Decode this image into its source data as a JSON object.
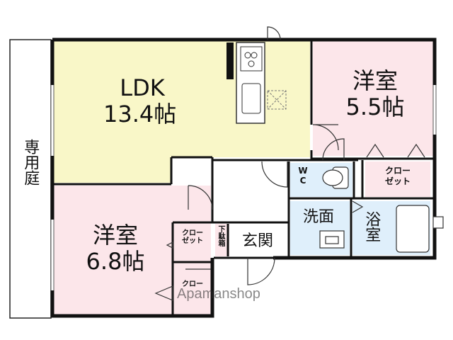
{
  "rooms": {
    "ldk": {
      "name": "LDK",
      "size": "13.4帖"
    },
    "western_a": {
      "name": "洋室",
      "size": "5.5帖"
    },
    "western_b": {
      "name": "洋室",
      "size": "6.8帖"
    },
    "entrance": "玄関",
    "washroom": "洗面",
    "bathroom": "浴室",
    "wc": "WC",
    "closet": "クローゼット",
    "closet_line1": "クロー",
    "closet_line2": "ゼット",
    "shoe_box": "下駄箱",
    "garden": "専用庭"
  },
  "colors": {
    "ldk": "#f9f7c8",
    "western": "#fce6ea",
    "water": "#dfeffb",
    "wall": "#111111"
  },
  "watermark": "Apamanshop"
}
